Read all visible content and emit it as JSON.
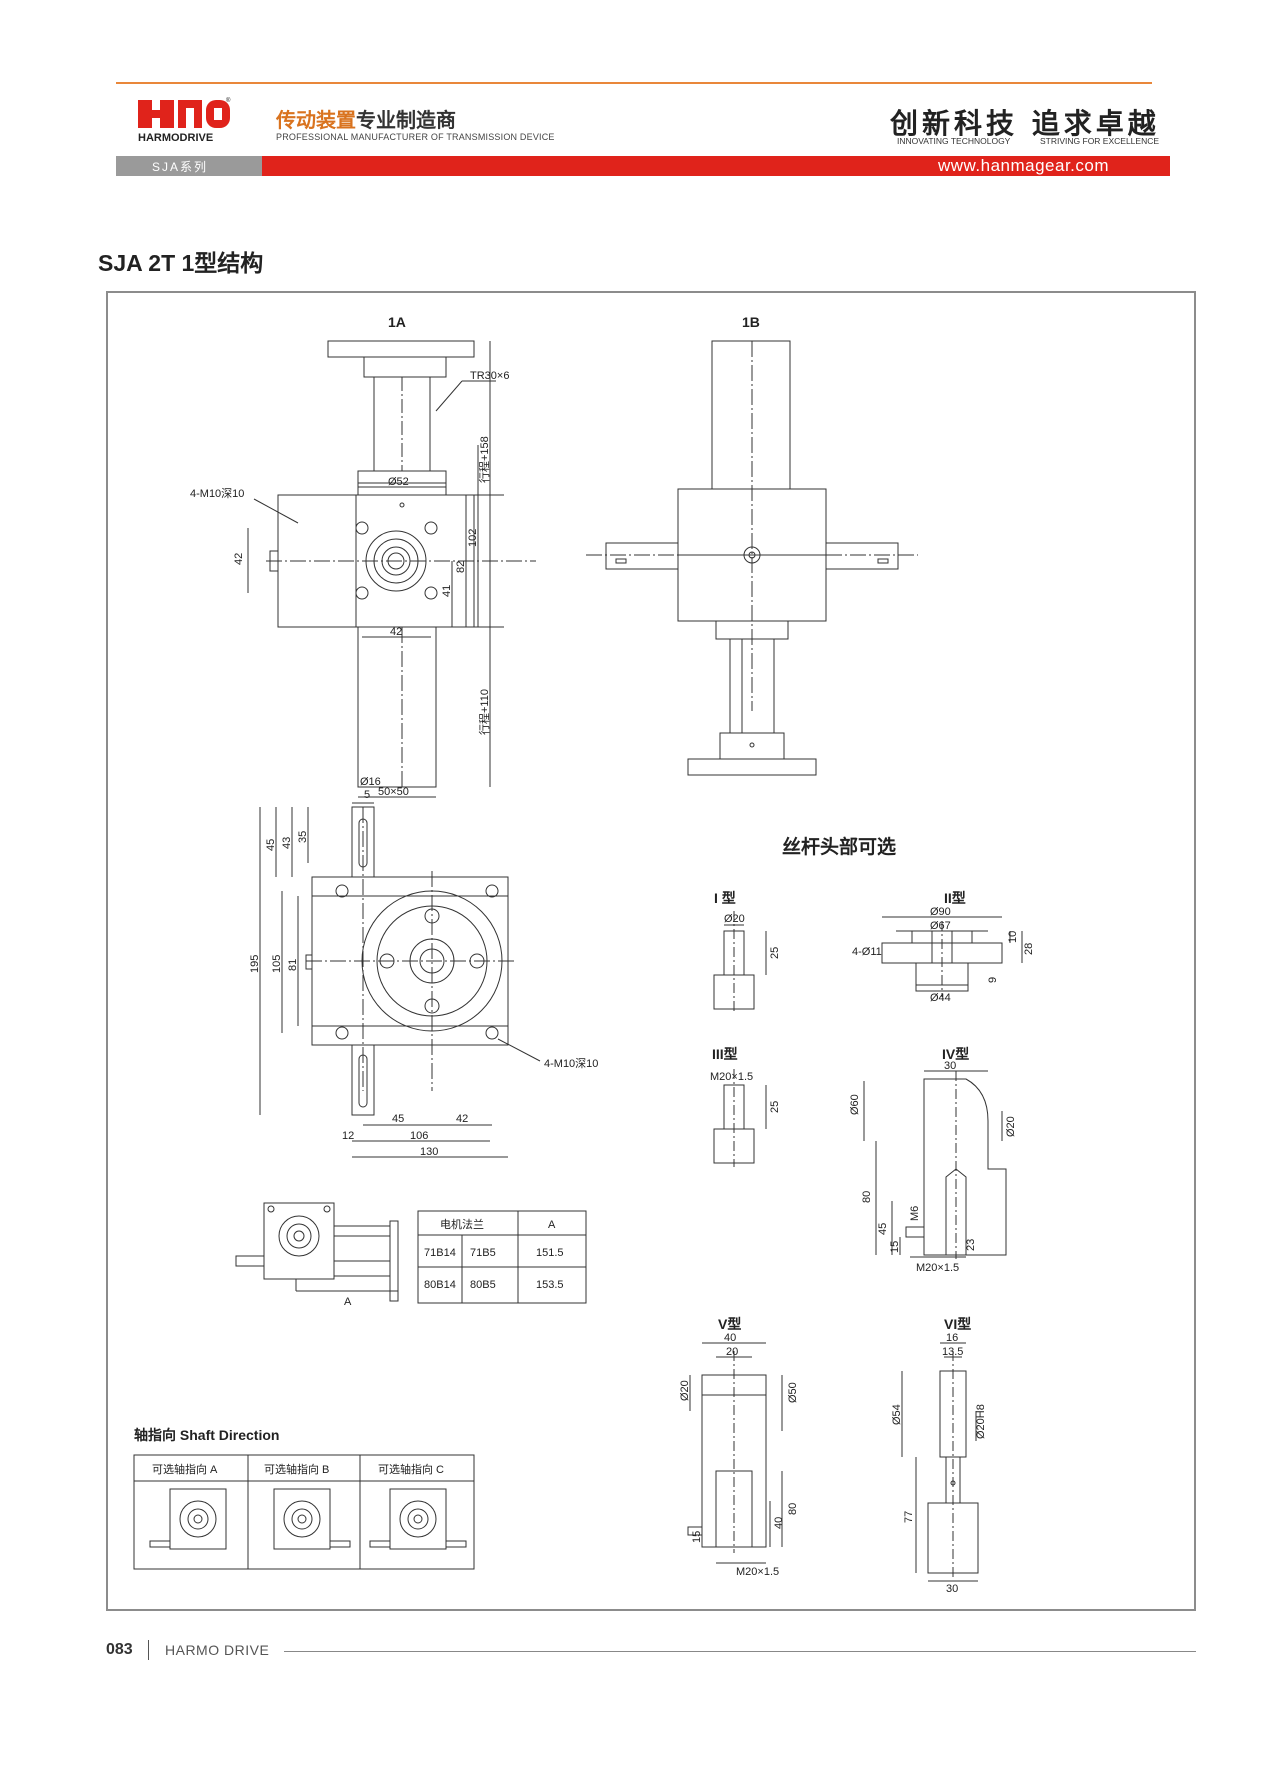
{
  "header": {
    "logo_text": "HMD",
    "logo_sub": "HARMODRIVE",
    "brand_cn_1": "传动装置",
    "brand_cn_2": "专业制造商",
    "brand_en": "PROFESSIONAL MANUFACTURER OF TRANSMISSION DEVICE",
    "slogan_cn": "创新科技 追求卓越",
    "slogan_en_1": "INNOVATING TECHNOLOGY",
    "slogan_en_2": "STRIVING FOR EXCELLENCE",
    "series": "SJA系列",
    "website": "www.hanmagear.com"
  },
  "page_title": "SJA 2T 1型结构",
  "drawing": {
    "view_1a": "1A",
    "view_1b": "1B",
    "tr_label": "TR30×6",
    "dia52": "Ø52",
    "m10_top": "4-M10深10",
    "stroke_158": "行程+158",
    "stroke_110": "行程+110",
    "d42_side": "42",
    "d102": "102",
    "d82": "82",
    "d41": "41",
    "d42_bottom": "42",
    "d50x50": "50×50",
    "dia16": "Ø16",
    "d5": "5",
    "d45": "45",
    "d43": "43",
    "d35": "35",
    "d195": "195",
    "d105": "105",
    "d81": "81",
    "m10_front": "4-M10深10",
    "d45b": "45",
    "d42b": "42",
    "d12": "12",
    "d106": "106",
    "d130": "130",
    "optional_heads": "丝杆头部可选",
    "type_i": "I 型",
    "type_ii": "II型",
    "type_iii": "III型",
    "type_iv": "IV型",
    "type_v": "V型",
    "type_vi": "VI型",
    "i_dia20": "Ø20",
    "i_25": "25",
    "ii_dia90": "Ø90",
    "ii_dia67": "Ø67",
    "ii_holes": "4-Ø11",
    "ii_dia44": "Ø44",
    "ii_10": "10",
    "ii_28": "28",
    "ii_9": "9",
    "iii_m20": "M20×1.5",
    "iii_25": "25",
    "iv_30": "30",
    "iv_dia60": "Ø60",
    "iv_dia20": "Ø20",
    "iv_80": "80",
    "iv_45": "45",
    "iv_m6": "M6",
    "iv_15": "15",
    "iv_23": "23",
    "iv_m20": "M20×1.5",
    "v_40": "40",
    "v_20": "20",
    "v_dia50": "Ø50",
    "v_dia20": "Ø20",
    "v_80": "80",
    "v_40b": "40",
    "v_15": "15",
    "v_m20": "M20×1.5",
    "vi_16": "16",
    "vi_13_5": "13.5",
    "vi_dia54": "Ø54",
    "vi_dia20h8": "Ø20H8",
    "vi_77": "77",
    "vi_30": "30",
    "motor_a": "A",
    "shaft_title": "轴指向 Shaft Direction",
    "shaft_a": "可选轴指向 A",
    "shaft_b": "可选轴指向 B",
    "shaft_c": "可选轴指向 C"
  },
  "motor_table": {
    "headers": [
      "电机法兰",
      "A"
    ],
    "rows": [
      [
        "71B14",
        "71B5",
        "151.5"
      ],
      [
        "80B14",
        "80B5",
        "153.5"
      ]
    ]
  },
  "footer": {
    "page_number": "083",
    "brand": "HARMO DRIVE"
  }
}
